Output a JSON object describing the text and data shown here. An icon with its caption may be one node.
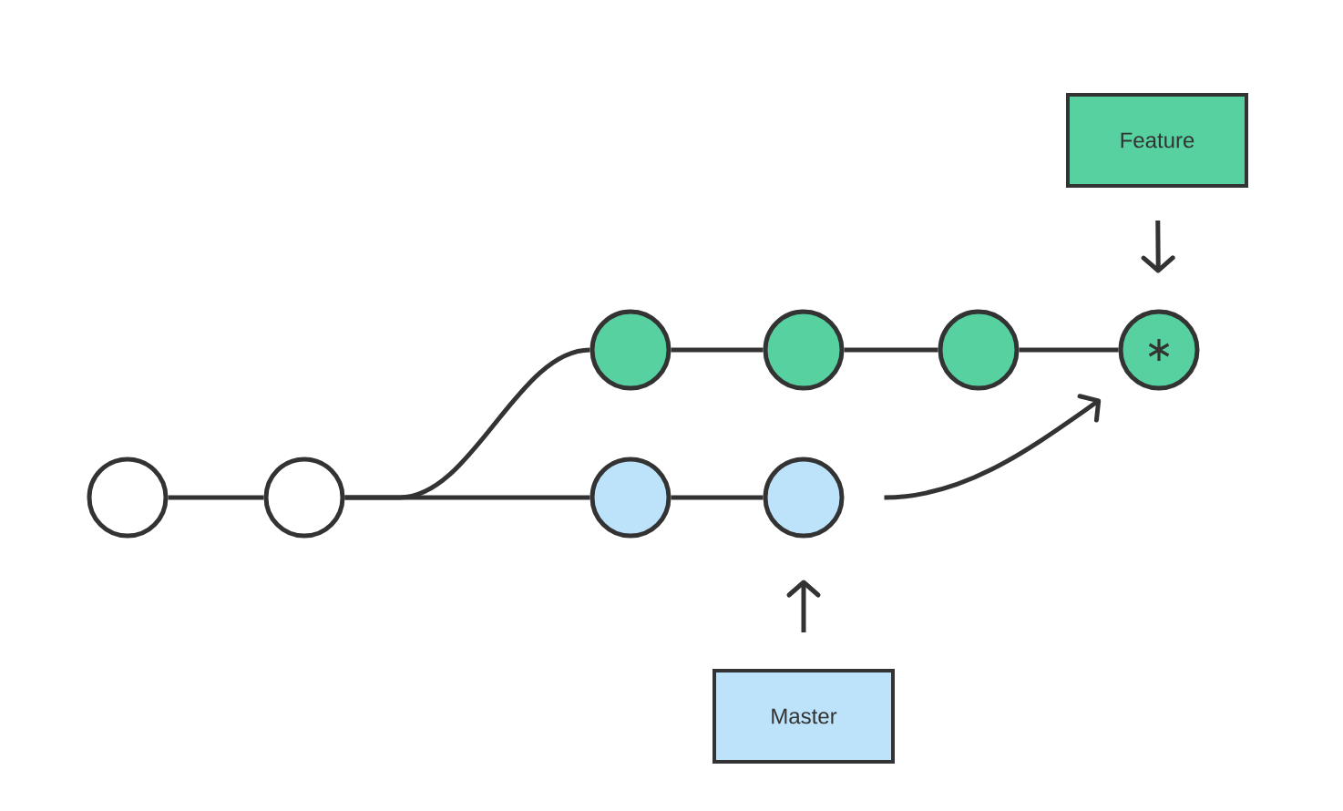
{
  "diagram": {
    "nodes": [
      {
        "text": [],
        "shape": "circle"
      },
      {
        "text": [],
        "shape": "circle"
      },
      {
        "text": [],
        "shape": "circle"
      },
      {
        "text": [],
        "shape": "circle"
      },
      {
        "text": [],
        "shape": "circle"
      },
      {
        "text": [],
        "shape": "circle"
      },
      {
        "text": [],
        "shape": "circle"
      },
      {
        "text": [],
        "shape": "circle"
      },
      {
        "text": [
          "Feature"
        ]
      },
      {
        "text": [
          "Master"
        ]
      }
    ],
    "edges": [
      {
        "from": 0,
        "to": 1,
        "arrow": "none"
      },
      {
        "from": 1,
        "to": 2,
        "arrow": "none"
      },
      {
        "from": 1,
        "to": 6,
        "arrow": "none"
      },
      {
        "from": 2,
        "to": 3,
        "arrow": "none"
      },
      {
        "from": 3,
        "to": 4,
        "arrow": "none"
      },
      {
        "from": 4,
        "to": 5,
        "arrow": "none"
      },
      {
        "from": 6,
        "to": 7,
        "arrow": "none"
      },
      {
        "from": 8,
        "to": 5,
        "arrow": "to"
      },
      {
        "from": 9,
        "to": 7,
        "arrow": "to"
      },
      {
        "from": 7,
        "to": 5,
        "arrow": "to"
      }
    ]
  }
}
